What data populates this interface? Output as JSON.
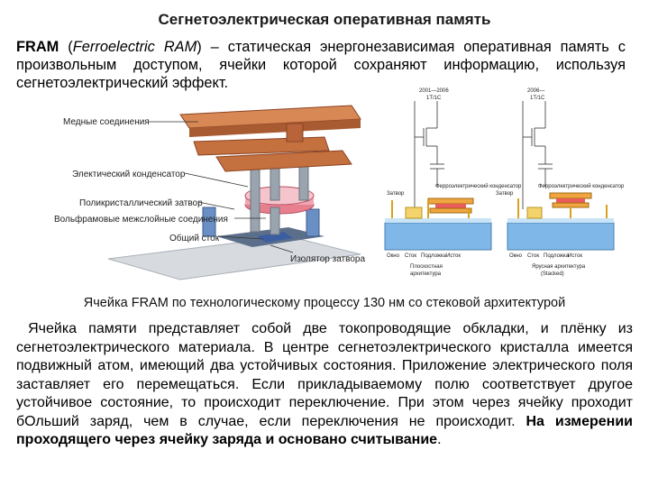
{
  "title": "Сегнетоэлектрическая оперативная память",
  "intro": {
    "acronym": "FRAM",
    "english_name": "Ferroelectric RAM",
    "text_open_paren": " (",
    "text_close_paren": ")",
    "definition": " – статическая энергонезависимая оперативная память с произвольным доступом, ячейки которой сохраняют информацию, используя сегнетоэлектрический эффект."
  },
  "figure_left": {
    "labels": [
      "Медные соединения",
      "Электический конденсатор",
      "Поликристаллический затвор",
      "Вольфрамовые межслойные соединения",
      "Общий сток",
      "Изолятор затвора"
    ]
  },
  "figure_right": {
    "planar_year": "2001—2006",
    "planar_config": "1T/1C",
    "stack_year": "2006—",
    "stack_config": "1T/1C",
    "gate_label": "Затвор",
    "capacitor_label": "Ферроэлектрический конденсатор",
    "planar_caption_1": "Плоскостная",
    "planar_caption_2": "архитектура",
    "stack_caption_1": "Ярусная архитектура",
    "stack_caption_2": "(Stacked)",
    "sublabels": [
      "Окно",
      "Сток",
      "Подложка",
      "Исток"
    ]
  },
  "caption": "Ячейка FRAM по технологическому процессу 130 нм со стековой архитектурой",
  "body": {
    "text_normal": "Ячейка памяти представляет собой две токопроводящие обкладки, и плёнку из сегнетоэлектрического материала. В центре сегнетоэлектрического кристалла имеется подвижный атом, имеющий два устойчивых состояния. Приложение электрического поля заставляет его перемещаться. Если прикладываемому полю соответствует другое устойчивое состояние, то происходит переключение. При этом через ячейку проходит бОльший заряд, чем в случае, если переключения не происходит. ",
    "text_bold": "На измерении проходящего через ячейку заряда и основано считывание",
    "text_end": "."
  },
  "colors": {
    "copper": "#c4703f",
    "copper_dark": "#8a4424",
    "tungsten": "#9aa4ae",
    "capacitor": "#e87f8f",
    "gate": "#6a8fc4",
    "substrate": "#b0b8c0"
  }
}
